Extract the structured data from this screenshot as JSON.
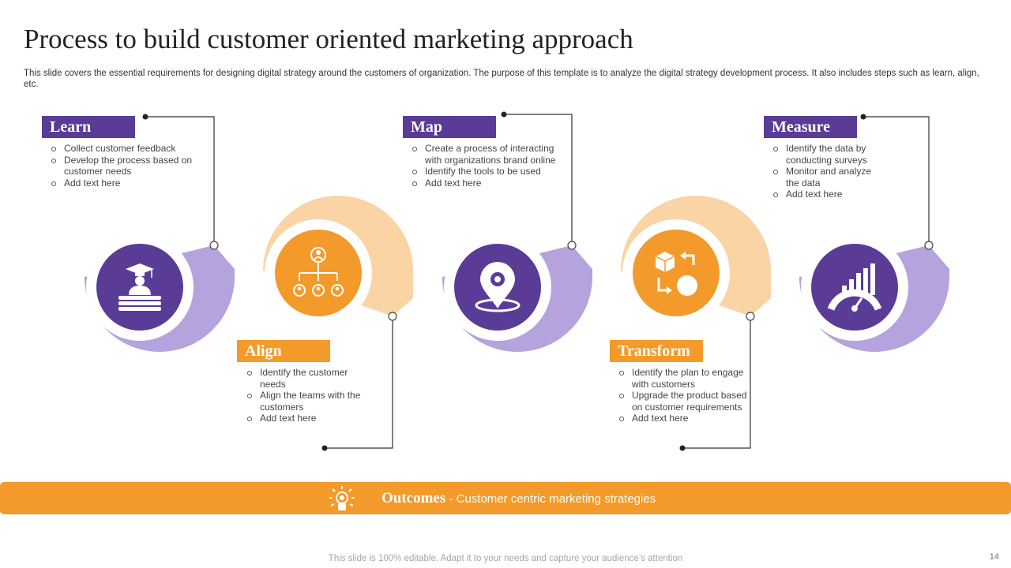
{
  "slide": {
    "title": "Process to build customer oriented marketing approach",
    "subtitle": "This slide covers the essential requirements for designing digital strategy around the customers of organization. The purpose of this template is to analyze the digital strategy development process. It also includes steps such as learn, align, etc.",
    "footer": "This slide is 100% editable. Adapt it to your needs and capture your audience’s attention",
    "page_number": "14"
  },
  "colors": {
    "purple_dark": "#5a3c96",
    "purple_light": "#b4a3dc",
    "orange_dark": "#f39a2b",
    "orange_light": "#fad4a5"
  },
  "steps": [
    {
      "label": "Learn",
      "color": "purple",
      "icon": "graduate-books-icon",
      "points": [
        "Collect customer feedback",
        "Develop the process based on customer needs",
        "Add text here"
      ]
    },
    {
      "label": "Align",
      "color": "orange",
      "icon": "org-hierarchy-icon",
      "points": [
        "Identify the customer needs",
        "Align the teams with the customers",
        "Add text here"
      ]
    },
    {
      "label": "Map",
      "color": "purple",
      "icon": "location-pin-icon",
      "points": [
        "Create a process of interacting with organizations brand online",
        "Identify the tools to be used",
        "Add text here"
      ]
    },
    {
      "label": "Transform",
      "color": "orange",
      "icon": "transform-cycle-icon",
      "points": [
        "Identify the plan to engage with customers",
        "Upgrade the product based on customer requirements",
        "Add text here"
      ]
    },
    {
      "label": "Measure",
      "color": "purple",
      "icon": "gauge-chart-icon",
      "points": [
        "Identify the data by conducting surveys",
        "Monitor and analyze the data",
        "Add text here"
      ]
    }
  ],
  "outcome": {
    "heading": "Outcomes",
    "text": " - Customer centric marketing strategies",
    "icon": "lightbulb-gear-icon"
  }
}
